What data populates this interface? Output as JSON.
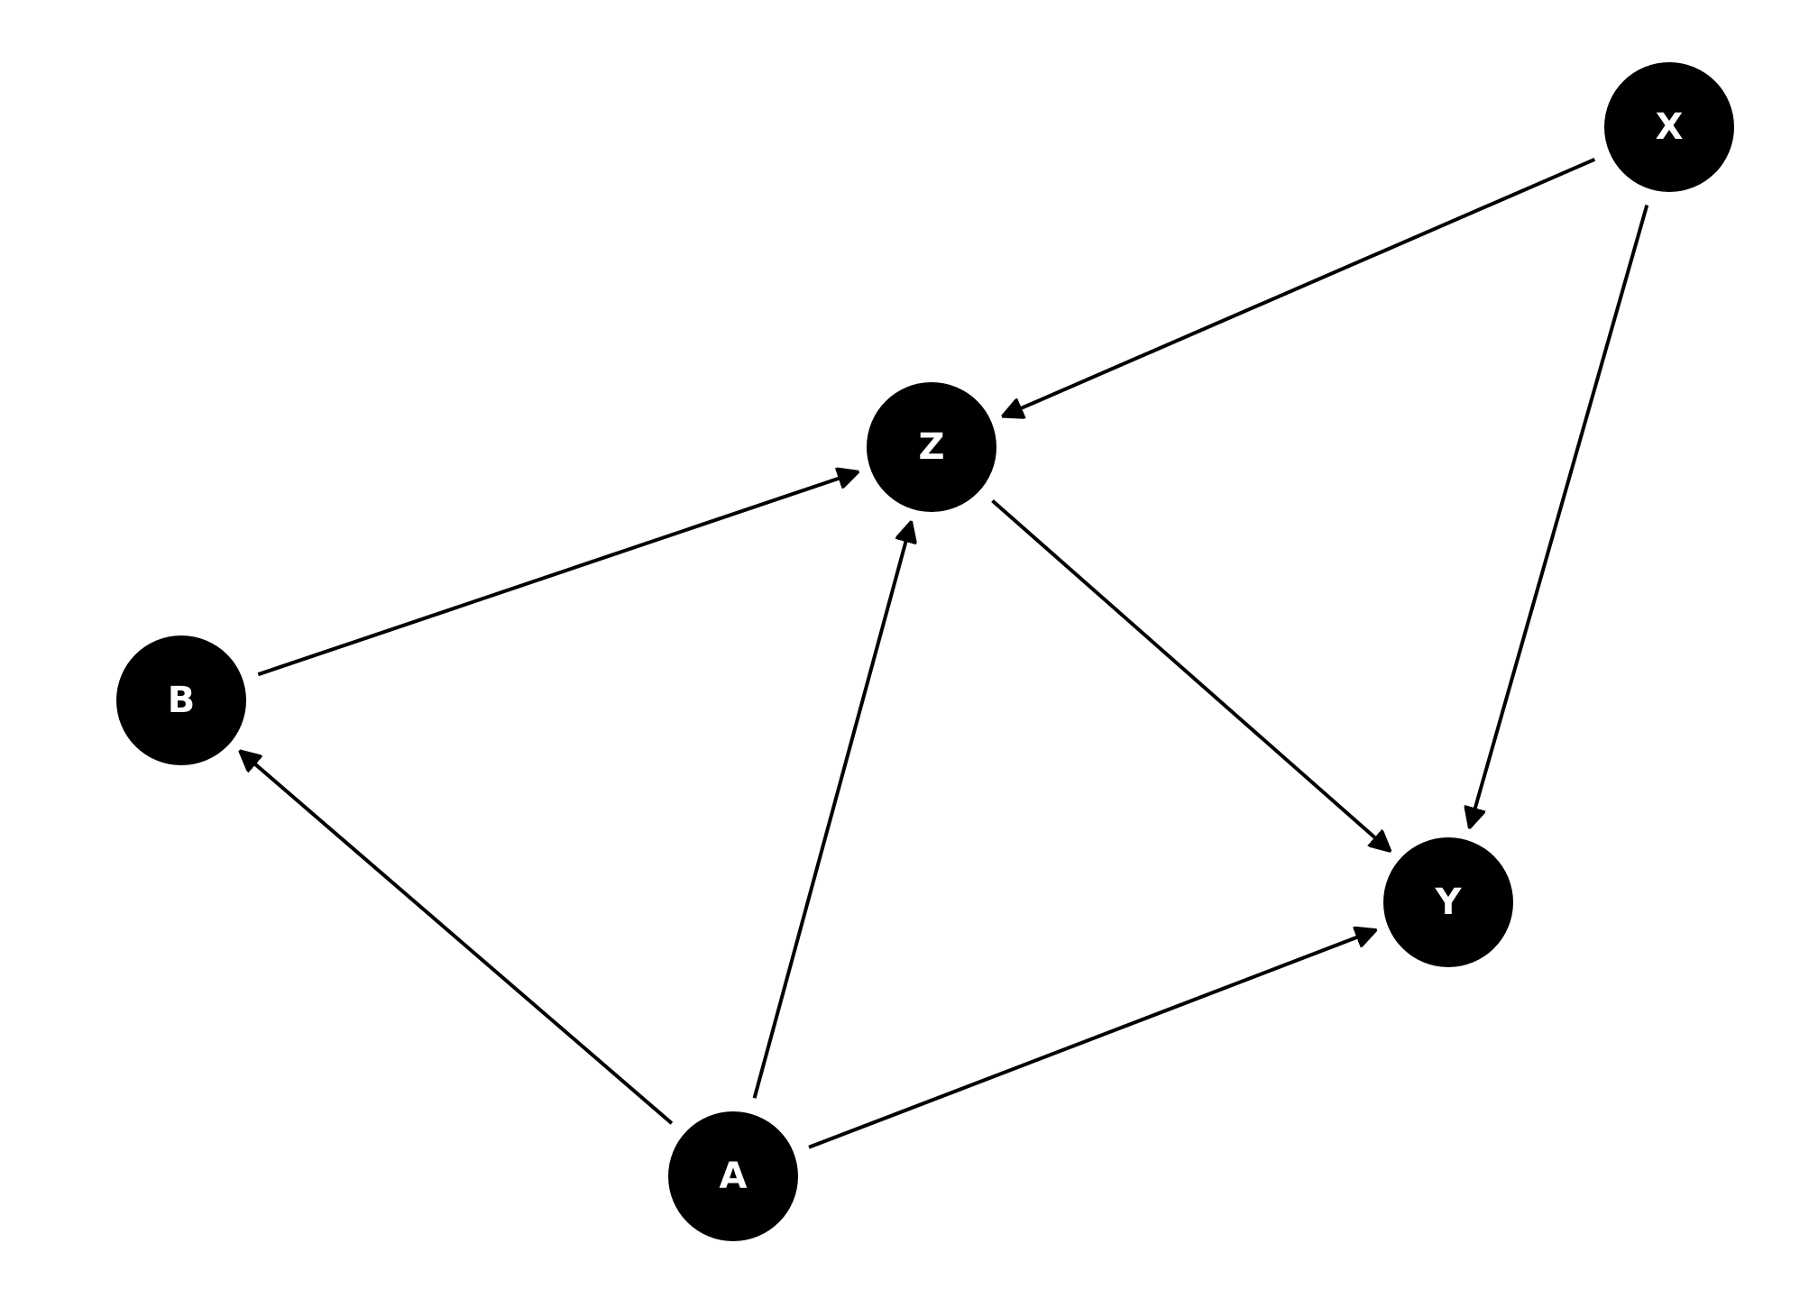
{
  "diagram": {
    "type": "directed-graph",
    "colors": {
      "node_fill": "#000000",
      "node_text": "#ffffff",
      "edge": "#000000",
      "background": "#ffffff"
    },
    "nodes": [
      {
        "id": "X",
        "label": "X"
      },
      {
        "id": "Z",
        "label": "Z"
      },
      {
        "id": "B",
        "label": "B"
      },
      {
        "id": "Y",
        "label": "Y"
      },
      {
        "id": "A",
        "label": "A"
      }
    ],
    "edges": [
      {
        "from": "X",
        "to": "Z"
      },
      {
        "from": "X",
        "to": "Y"
      },
      {
        "from": "B",
        "to": "Z"
      },
      {
        "from": "Z",
        "to": "Y"
      },
      {
        "from": "A",
        "to": "B"
      },
      {
        "from": "A",
        "to": "Z"
      },
      {
        "from": "A",
        "to": "Y"
      }
    ]
  }
}
